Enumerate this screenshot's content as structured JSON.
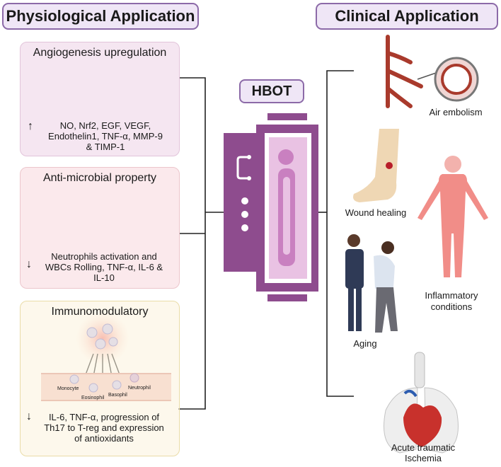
{
  "headers": {
    "left": "Physiological Application",
    "right": "Clinical Application"
  },
  "center": {
    "title": "HBOT"
  },
  "panels": {
    "angiogenesis": {
      "title": "Angiogenesis upregulation",
      "direction": "up",
      "lines": [
        "NO, Nrf2, EGF, VEGF,",
        "Endothelin1, TNF-α, MMP-9",
        "& TIMP-1"
      ],
      "color": "#f5e6f1"
    },
    "antimicrobial": {
      "title": "Anti-microbial property",
      "direction": "down",
      "lines": [
        "Neutrophils activation and",
        "WBCs Rolling, TNF-α, IL-6 &",
        "IL-10"
      ],
      "color": "#fbe9ec"
    },
    "immuno": {
      "title": "Immunomodulatory",
      "direction": "down",
      "lines": [
        "IL-6, TNF-α, progression of",
        "Th17 to T-reg and expression",
        "of antioxidants"
      ],
      "cells": [
        "Monocyte",
        "Eosinophil",
        "Basophil",
        "Neutrophil"
      ],
      "color": "#fbf3dc"
    }
  },
  "clinical": {
    "air_embolism": "Air embolism",
    "wound_healing": "Wound healing",
    "inflammatory": [
      "Inflammatory",
      "conditions"
    ],
    "aging": "Aging",
    "ischemia": [
      "Acute traumatic",
      "Ischemia"
    ]
  },
  "colors": {
    "chamber": "#8e4c8e",
    "chamber_light": "#e9c2e3",
    "vessel": "#a93a2c",
    "accent": "#8c6aa8"
  }
}
